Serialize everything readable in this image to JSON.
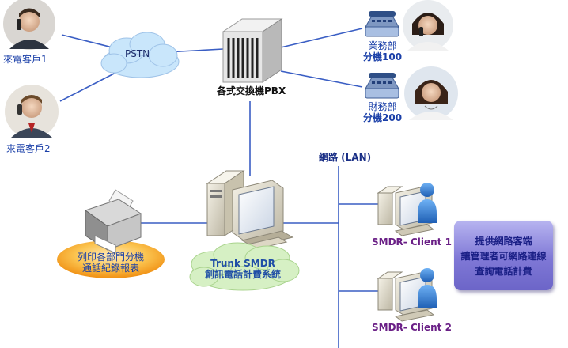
{
  "callers": [
    {
      "label": "來電客戶1"
    },
    {
      "label": "來電客戶2"
    }
  ],
  "pstn": {
    "label": "PSTN"
  },
  "pbx": {
    "label": "各式交換機PBX"
  },
  "extensions": [
    {
      "dept": "業務部",
      "ext": "分機100"
    },
    {
      "dept": "財務部",
      "ext": "分機200"
    }
  ],
  "network": {
    "label": "網路 (LAN)"
  },
  "server": {
    "line1": "Trunk SMDR",
    "line2": "創訊電話計費系統"
  },
  "printer": {
    "line1": "列印各部門分機",
    "line2": "通話紀錄報表"
  },
  "clients": [
    {
      "label": "SMDR- Client 1"
    },
    {
      "label": "SMDR- Client 2"
    }
  ],
  "note": {
    "lines": [
      "提供網路客端",
      "讓管理者可網路連線",
      "查詢電話計費"
    ]
  },
  "colors": {
    "line": "#3a5ec4",
    "cloud": "#c9e6fb",
    "server_cloud": "#d6f0c4",
    "printer_ellipse": "#f3a623",
    "note_box": "#8a84db"
  }
}
